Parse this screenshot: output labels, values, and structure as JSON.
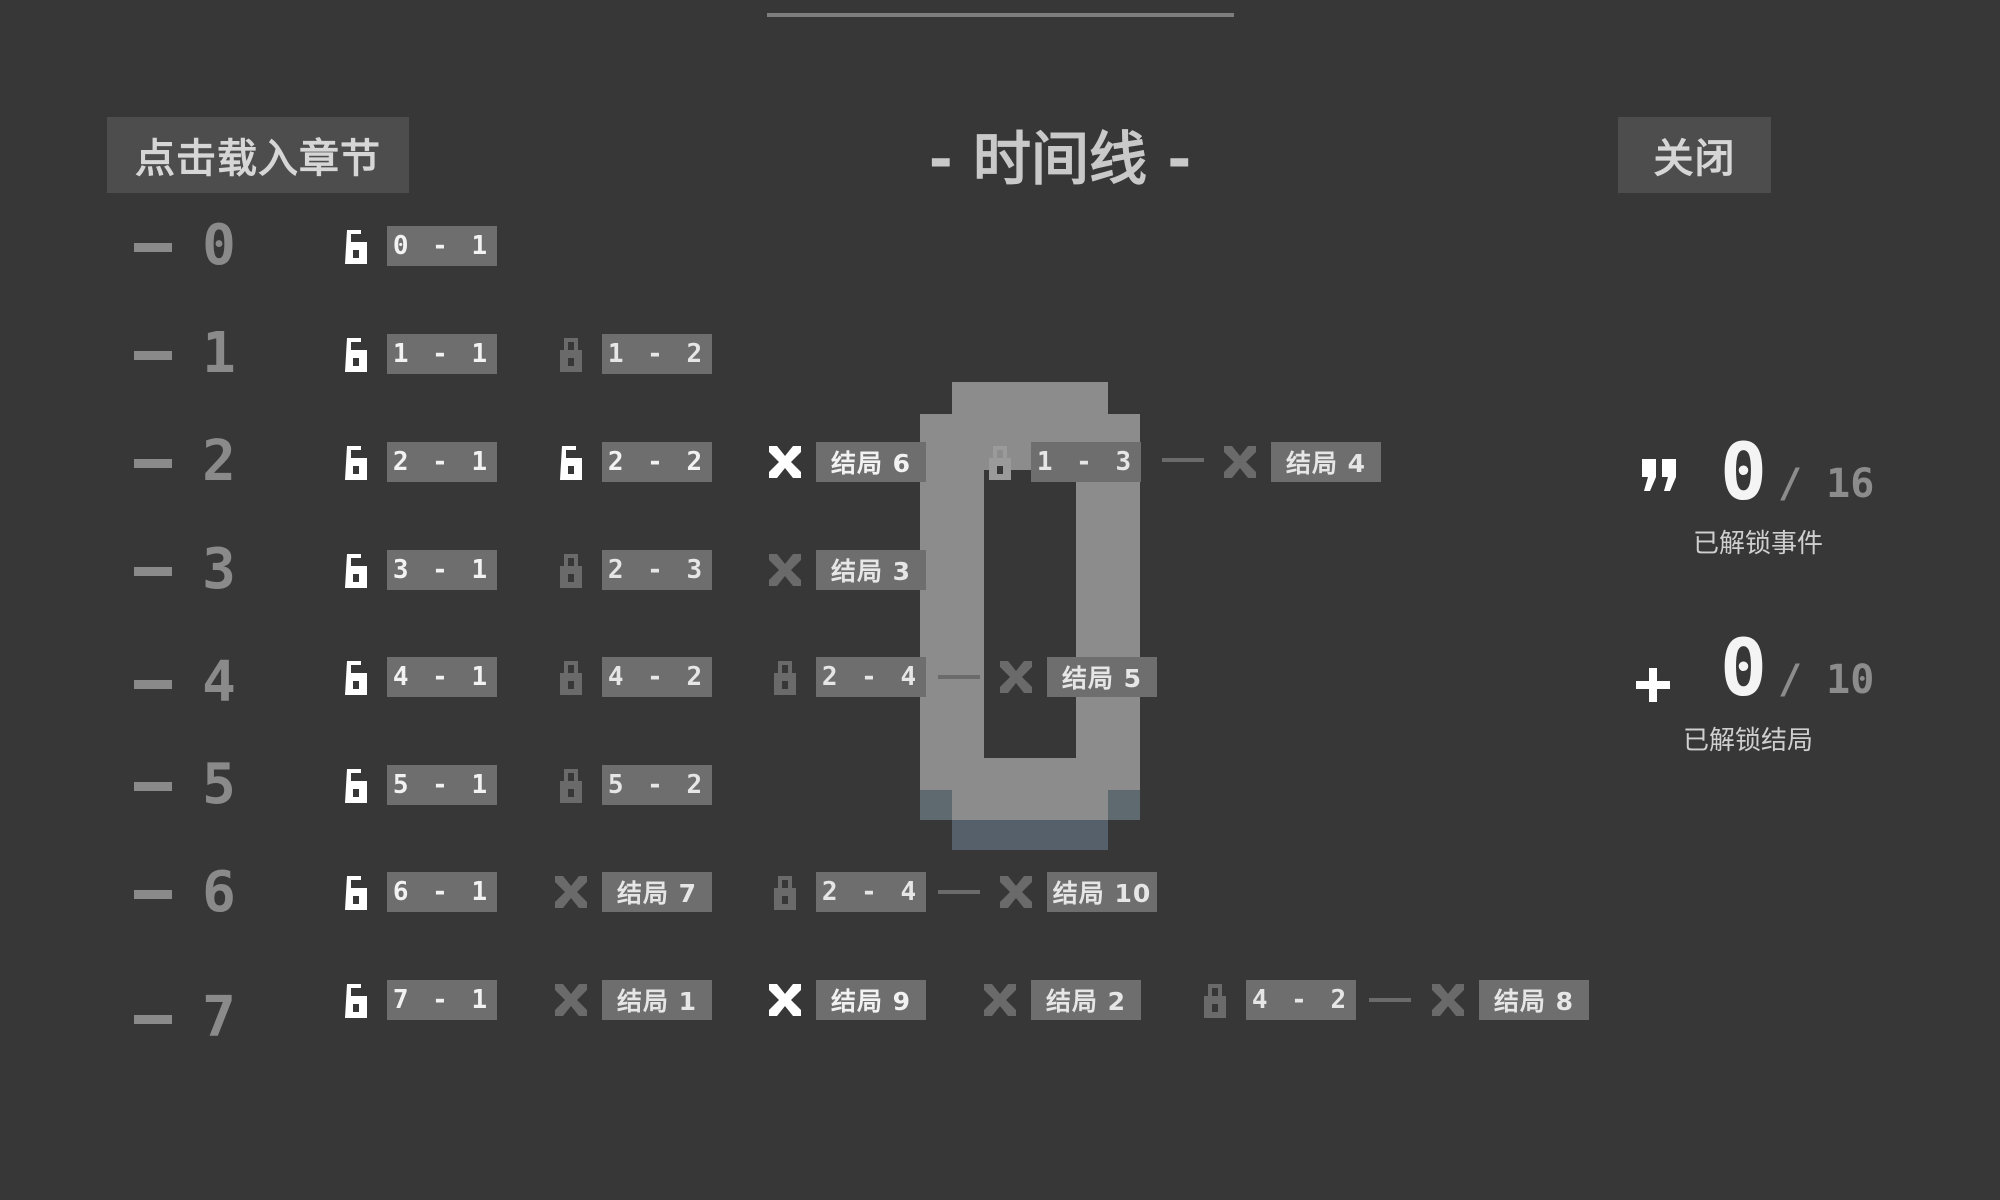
{
  "header": {
    "load_chapter_label": "点击载入章节",
    "title": "- 时间线 -",
    "close_label": "关闭"
  },
  "rows": [
    "0",
    "1",
    "2",
    "3",
    "4",
    "5",
    "6",
    "7"
  ],
  "nodes": {
    "r0_1": "0 - 1",
    "r1_1": "1 - 1",
    "r1_2": "1 - 2",
    "r2_1": "2 - 1",
    "r2_2": "2 - 2",
    "r2_e6": "结局 6",
    "r2_13": "1 - 3",
    "r2_e4": "结局 4",
    "r3_1": "3 - 1",
    "r3_2": "2 - 3",
    "r3_e3": "结局 3",
    "r4_1": "4 - 1",
    "r4_2": "4 - 2",
    "r4_3": "2 - 4",
    "r4_e5": "结局 5",
    "r5_1": "5 - 1",
    "r5_2": "5 - 2",
    "r6_1": "6 - 1",
    "r6_e7": "结局 7",
    "r6_3": "2 - 4",
    "r6_e10": "结局 10",
    "r7_1": "7 - 1",
    "r7_e1": "结局 1",
    "r7_e9": "结局 9",
    "r7_e2": "结局 2",
    "r7_42": "4 - 2",
    "r7_e8": "结局 8"
  },
  "big_number": "0",
  "stats": {
    "events": {
      "icon": "quote-icon",
      "unlocked": "0",
      "total": "/ 16",
      "label": "已解锁事件"
    },
    "endings": {
      "icon": "plus-icon",
      "unlocked": "0",
      "total": "/ 10",
      "label": "已解锁结局"
    }
  },
  "colors": {
    "background": "#373737",
    "node_box": "#6e6e6e",
    "unlocked_icon": "#ffffff",
    "locked_icon": "#6a6a6a",
    "ending_icon_bright": "#ffffff",
    "ending_icon_dim": "#6a6a6a"
  }
}
